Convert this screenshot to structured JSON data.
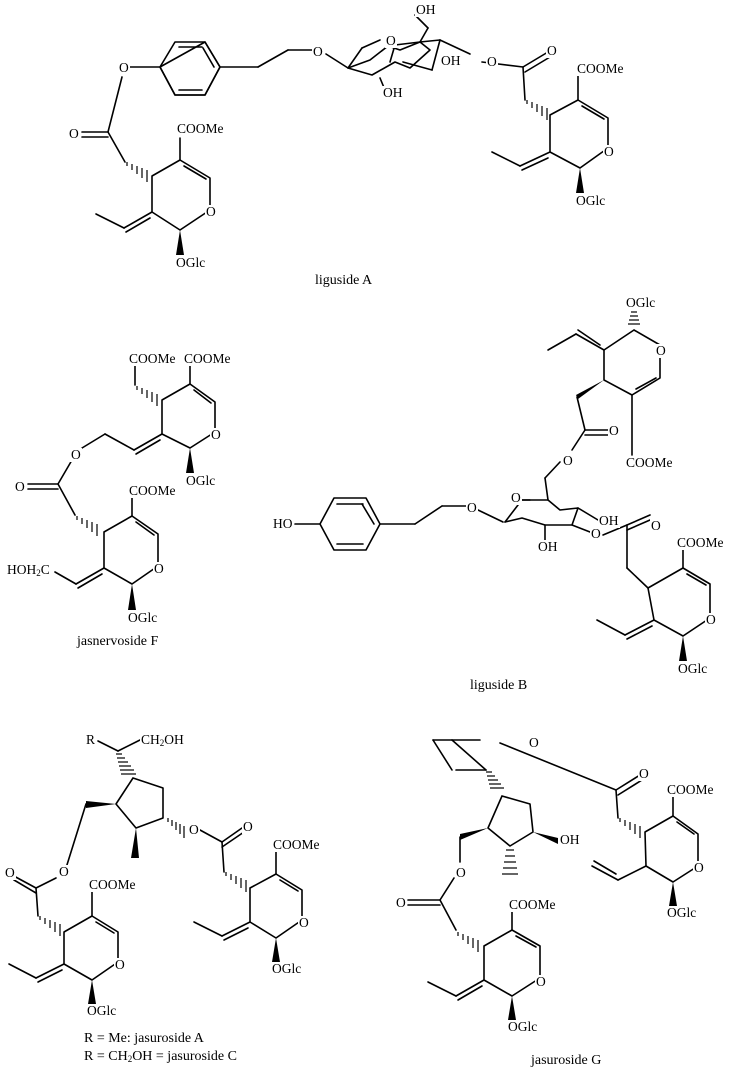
{
  "diagram": {
    "type": "chemical-structures",
    "compounds": [
      {
        "name": "liguside A"
      },
      {
        "name": "jasnervoside F"
      },
      {
        "name": "liguside B"
      },
      {
        "name": "R = Me: jasuroside A",
        "variant": "R = CH2OH = jasuroside C"
      },
      {
        "name": "jasuroside G"
      }
    ]
  },
  "labels": {
    "cooMe": "COOMe",
    "oGlc": "OGlc",
    "o": "O",
    "oh": "OH",
    "ho": "HO",
    "r": "R",
    "ch2oh_main": "CH",
    "ch2oh_sub": "2",
    "ch2oh_tail": "OH",
    "hoh2c_head": "HOH",
    "hoh2c_sub": "2",
    "hoh2c_tail": "C"
  },
  "captions": {
    "ligusideA": "liguside A",
    "jasnervosideF": "jasnervoside F",
    "ligusideB": "liguside B",
    "jasurosideA_line1": "R = Me: jasuroside A",
    "jasurosideC_line2_a": "R = CH",
    "jasurosideC_line2_sub": "2",
    "jasurosideC_line2_b": "OH = jasuroside C",
    "jasurosideG": "jasuroside G"
  }
}
